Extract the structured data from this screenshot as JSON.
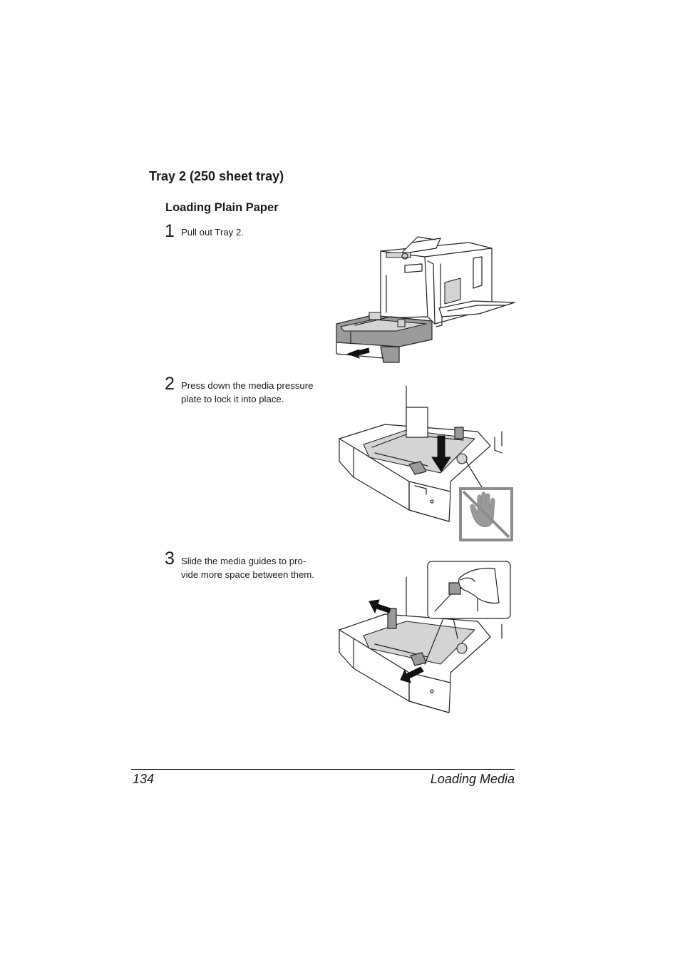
{
  "section": {
    "title": "Tray 2 (250 sheet tray)"
  },
  "subsection": {
    "title": "Loading Plain Paper"
  },
  "steps": [
    {
      "number": "1",
      "text": "Pull out Tray 2."
    },
    {
      "number": "2",
      "line1": "Press down the media pressure",
      "line2": "plate to lock it into place."
    },
    {
      "number": "3",
      "line1": "Slide the media guides to pro-",
      "line2": "vide more space between them."
    }
  ],
  "footer": {
    "page_number": "134",
    "chapter": "Loading Media"
  }
}
